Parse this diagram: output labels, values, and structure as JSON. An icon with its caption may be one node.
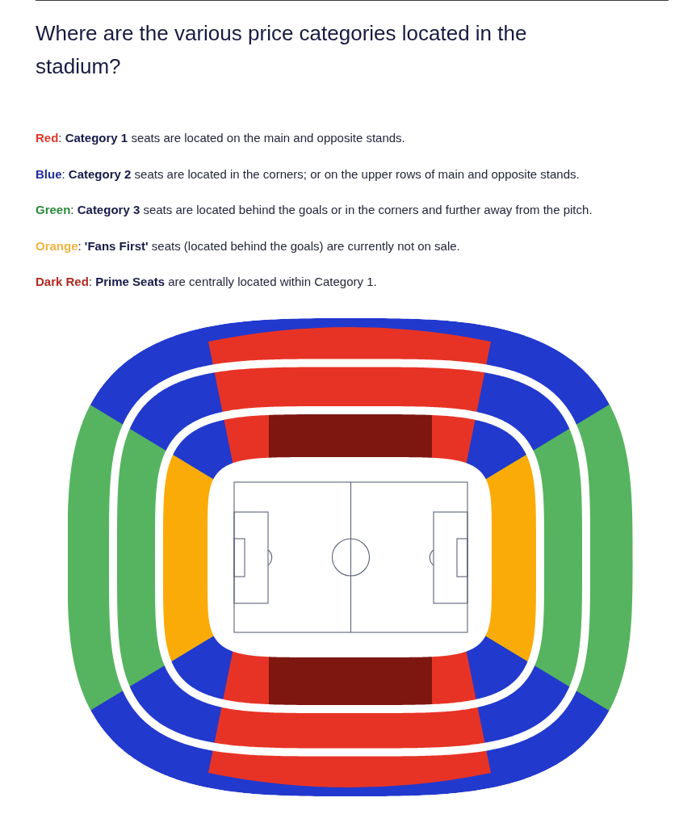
{
  "diagram": {
    "title": "Where are the various price categories located in the stadium?",
    "legend": [
      {
        "text": "**Red**: **Category 1** seats are located on the main and opposite stands.",
        "color": "#e0392c"
      },
      {
        "text": "**Blue**: **Category 2** seats are located in the corners; or on the upper rows of main and opposite stands.",
        "color": "#1f2d99"
      },
      {
        "text": "**Green**: **Category 3** seats are located behind the goals or in the corners and further away from the pitch.",
        "color": "#2b8a3a"
      },
      {
        "text": "**Orange**: **'Fans First'** seats (located behind the goals) are currently not on sale.",
        "color": "#f0b340"
      },
      {
        "text": "**Dark Red**: **Prime Seats** are centrally located within Category 1.",
        "color": "#b02a22"
      }
    ]
  }
}
